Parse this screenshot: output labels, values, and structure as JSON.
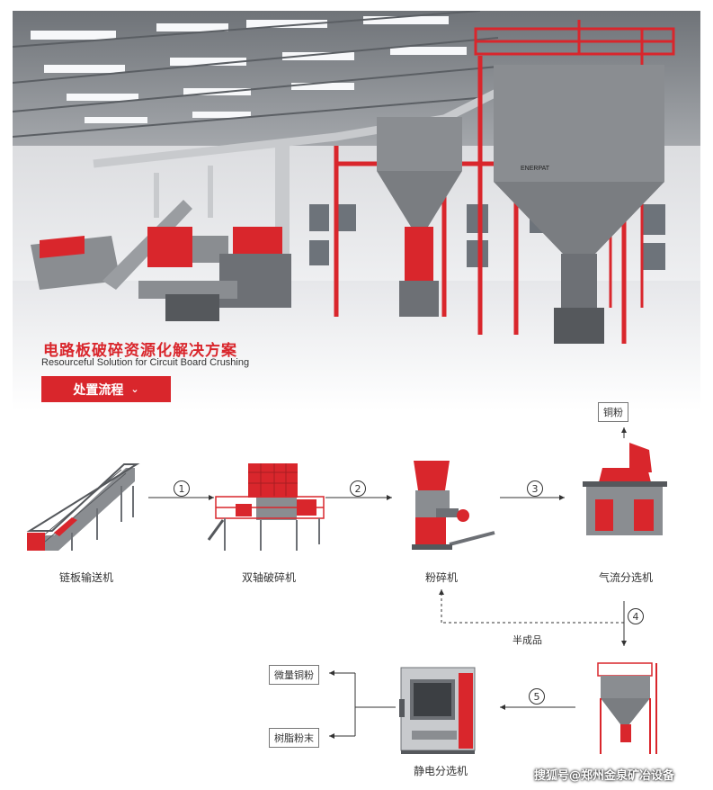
{
  "hero": {
    "title_cn": "电路板破碎资源化解决方案",
    "title_en": "Resourceful Solution for Circuit Board Crushing",
    "brand_mark": "ENERPAT",
    "process_button": "处置流程",
    "process_button_icon": "chevron-double-down-icon"
  },
  "flow": {
    "machines": [
      {
        "label": "链板输送机"
      },
      {
        "label": "双轴破碎机"
      },
      {
        "label": "粉碎机"
      },
      {
        "label": "气流分选机"
      },
      {
        "label": "静电分选机"
      }
    ],
    "steps": [
      "1",
      "2",
      "3",
      "4",
      "5"
    ],
    "outputs": {
      "copper_powder": "铜粉",
      "trace_copper": "微量铜粉",
      "resin_powder": "树脂粉末"
    },
    "semi_finished": "半成品"
  },
  "watermark": "搜狐号@郑州金泉矿冶设备",
  "colors": {
    "accent_red": "#d9262c",
    "machine_gray": "#8a8d91",
    "dark_gray": "#55585c"
  }
}
